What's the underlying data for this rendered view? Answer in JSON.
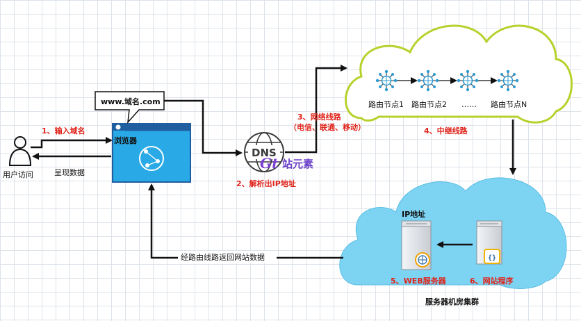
{
  "colors": {
    "step_label": "#e0241b",
    "browser_blue": "#29a9e6",
    "browser_bar": "#1f5fa0",
    "cloud_left_stroke": "#b7d12c",
    "cloud_right_fill": "#7dd3f2",
    "server_gray": "#c9cfd6",
    "arrow": "#111111"
  },
  "user": {
    "label": "用户访问"
  },
  "browser": {
    "label": "浏览器",
    "url_callout": "www.域名.com"
  },
  "steps": {
    "s1": "1、输入域名",
    "s2": "2、解析出IP地址",
    "s3_title": "3、网络线路",
    "s3_detail": "（电信、联通、移动）",
    "s4": "4、中继线路",
    "s5": "5、WEB服务器",
    "s6": "6、网站程序"
  },
  "return_label": "呈现数据",
  "back_path_label": "经路由线路返回网站数据",
  "dns": {
    "label": "DNS"
  },
  "watermark": {
    "logo": "Gt",
    "text": "站元素"
  },
  "route_cloud": {
    "nodes": [
      "路由节点1",
      "路由节点2",
      "……",
      "路由节点N"
    ]
  },
  "server_cloud": {
    "title": "服务器机房集群",
    "ip_label": "IP地址"
  },
  "icons": {
    "user": "user-silhouette-icon",
    "browser": "browser-window-icon",
    "dns": "dns-globe-icon",
    "router": "router-node-icon",
    "web_server": "web-server-icon",
    "app_server": "app-server-icon"
  }
}
